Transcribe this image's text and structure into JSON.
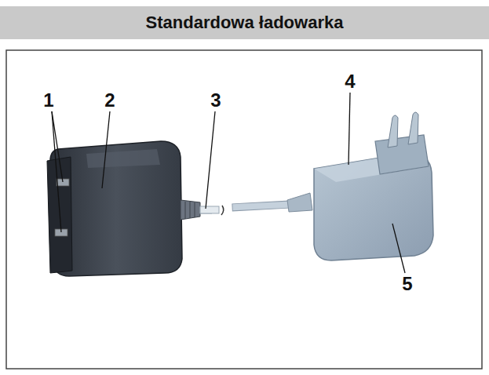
{
  "diagram": {
    "title": "Standardowa ładowarka",
    "labels": [
      "1",
      "2",
      "3",
      "4",
      "5"
    ]
  }
}
